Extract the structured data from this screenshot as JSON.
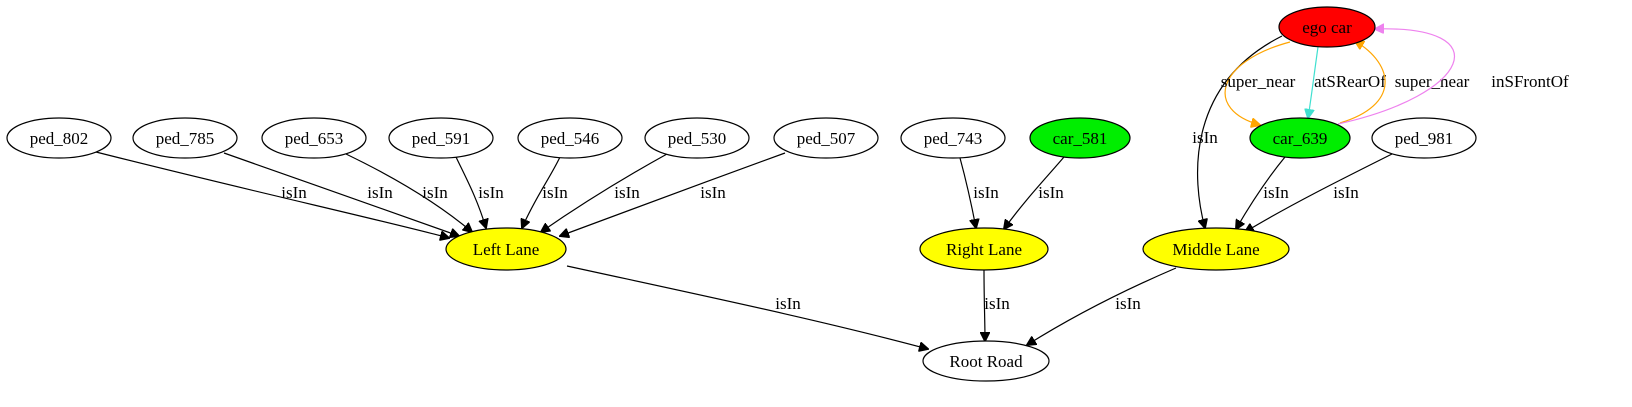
{
  "nodes": [
    {
      "id": "ego",
      "label": "ego car",
      "fill": "#ff0000"
    },
    {
      "id": "car639",
      "label": "car_639",
      "fill": "#00ee00"
    },
    {
      "id": "car581",
      "label": "car_581",
      "fill": "#00ee00"
    },
    {
      "id": "ped802",
      "label": "ped_802",
      "fill": "#ffffff"
    },
    {
      "id": "ped785",
      "label": "ped_785",
      "fill": "#ffffff"
    },
    {
      "id": "ped653",
      "label": "ped_653",
      "fill": "#ffffff"
    },
    {
      "id": "ped591",
      "label": "ped_591",
      "fill": "#ffffff"
    },
    {
      "id": "ped546",
      "label": "ped_546",
      "fill": "#ffffff"
    },
    {
      "id": "ped530",
      "label": "ped_530",
      "fill": "#ffffff"
    },
    {
      "id": "ped507",
      "label": "ped_507",
      "fill": "#ffffff"
    },
    {
      "id": "ped743",
      "label": "ped_743",
      "fill": "#ffffff"
    },
    {
      "id": "ped981",
      "label": "ped_981",
      "fill": "#ffffff"
    },
    {
      "id": "leftLane",
      "label": "Left Lane",
      "fill": "#ffff00"
    },
    {
      "id": "rightLane",
      "label": "Right Lane",
      "fill": "#ffff00"
    },
    {
      "id": "middleLane",
      "label": "Middle Lane",
      "fill": "#ffff00"
    },
    {
      "id": "rootRoad",
      "label": "Root Road",
      "fill": "#ffffff"
    }
  ],
  "edges": [
    {
      "from": "ped802",
      "to": "leftLane",
      "label": "isIn",
      "color": "#000000"
    },
    {
      "from": "ped785",
      "to": "leftLane",
      "label": "isIn",
      "color": "#000000"
    },
    {
      "from": "ped653",
      "to": "leftLane",
      "label": "isIn",
      "color": "#000000"
    },
    {
      "from": "ped591",
      "to": "leftLane",
      "label": "isIn",
      "color": "#000000"
    },
    {
      "from": "ped546",
      "to": "leftLane",
      "label": "isIn",
      "color": "#000000"
    },
    {
      "from": "ped530",
      "to": "leftLane",
      "label": "isIn",
      "color": "#000000"
    },
    {
      "from": "ped507",
      "to": "leftLane",
      "label": "isIn",
      "color": "#000000"
    },
    {
      "from": "ped743",
      "to": "rightLane",
      "label": "isIn",
      "color": "#000000"
    },
    {
      "from": "car581",
      "to": "rightLane",
      "label": "isIn",
      "color": "#000000"
    },
    {
      "from": "car639",
      "to": "middleLane",
      "label": "isIn",
      "color": "#000000"
    },
    {
      "from": "ped981",
      "to": "middleLane",
      "label": "isIn",
      "color": "#000000"
    },
    {
      "from": "ego",
      "to": "middleLane",
      "label": "isIn",
      "color": "#000000"
    },
    {
      "from": "leftLane",
      "to": "rootRoad",
      "label": "isIn",
      "color": "#000000"
    },
    {
      "from": "rightLane",
      "to": "rootRoad",
      "label": "isIn",
      "color": "#000000"
    },
    {
      "from": "middleLane",
      "to": "rootRoad",
      "label": "isIn",
      "color": "#000000"
    },
    {
      "from": "ego",
      "to": "car639",
      "label": "super_near",
      "color": "#ffa500"
    },
    {
      "from": "ego",
      "to": "car639",
      "label": "atSRearOf",
      "color": "#40e0d0"
    },
    {
      "from": "car639",
      "to": "ego",
      "label": "super_near",
      "color": "#ffa500"
    },
    {
      "from": "car639",
      "to": "ego",
      "label": "inSFrontOf",
      "color": "#ee82ee"
    }
  ]
}
